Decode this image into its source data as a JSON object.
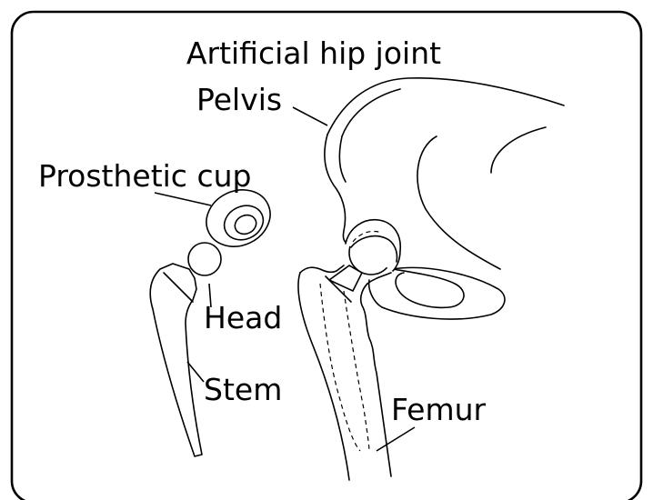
{
  "title": "Artificial hip joint",
  "labels": {
    "pelvis": "Pelvis",
    "prosthetic_cup": "Prosthetic cup",
    "head": "Head",
    "stem": "Stem",
    "femur": "Femur"
  },
  "colors": {
    "frame_border": "#000000",
    "ink": "#000000",
    "background": "#ffffff"
  }
}
